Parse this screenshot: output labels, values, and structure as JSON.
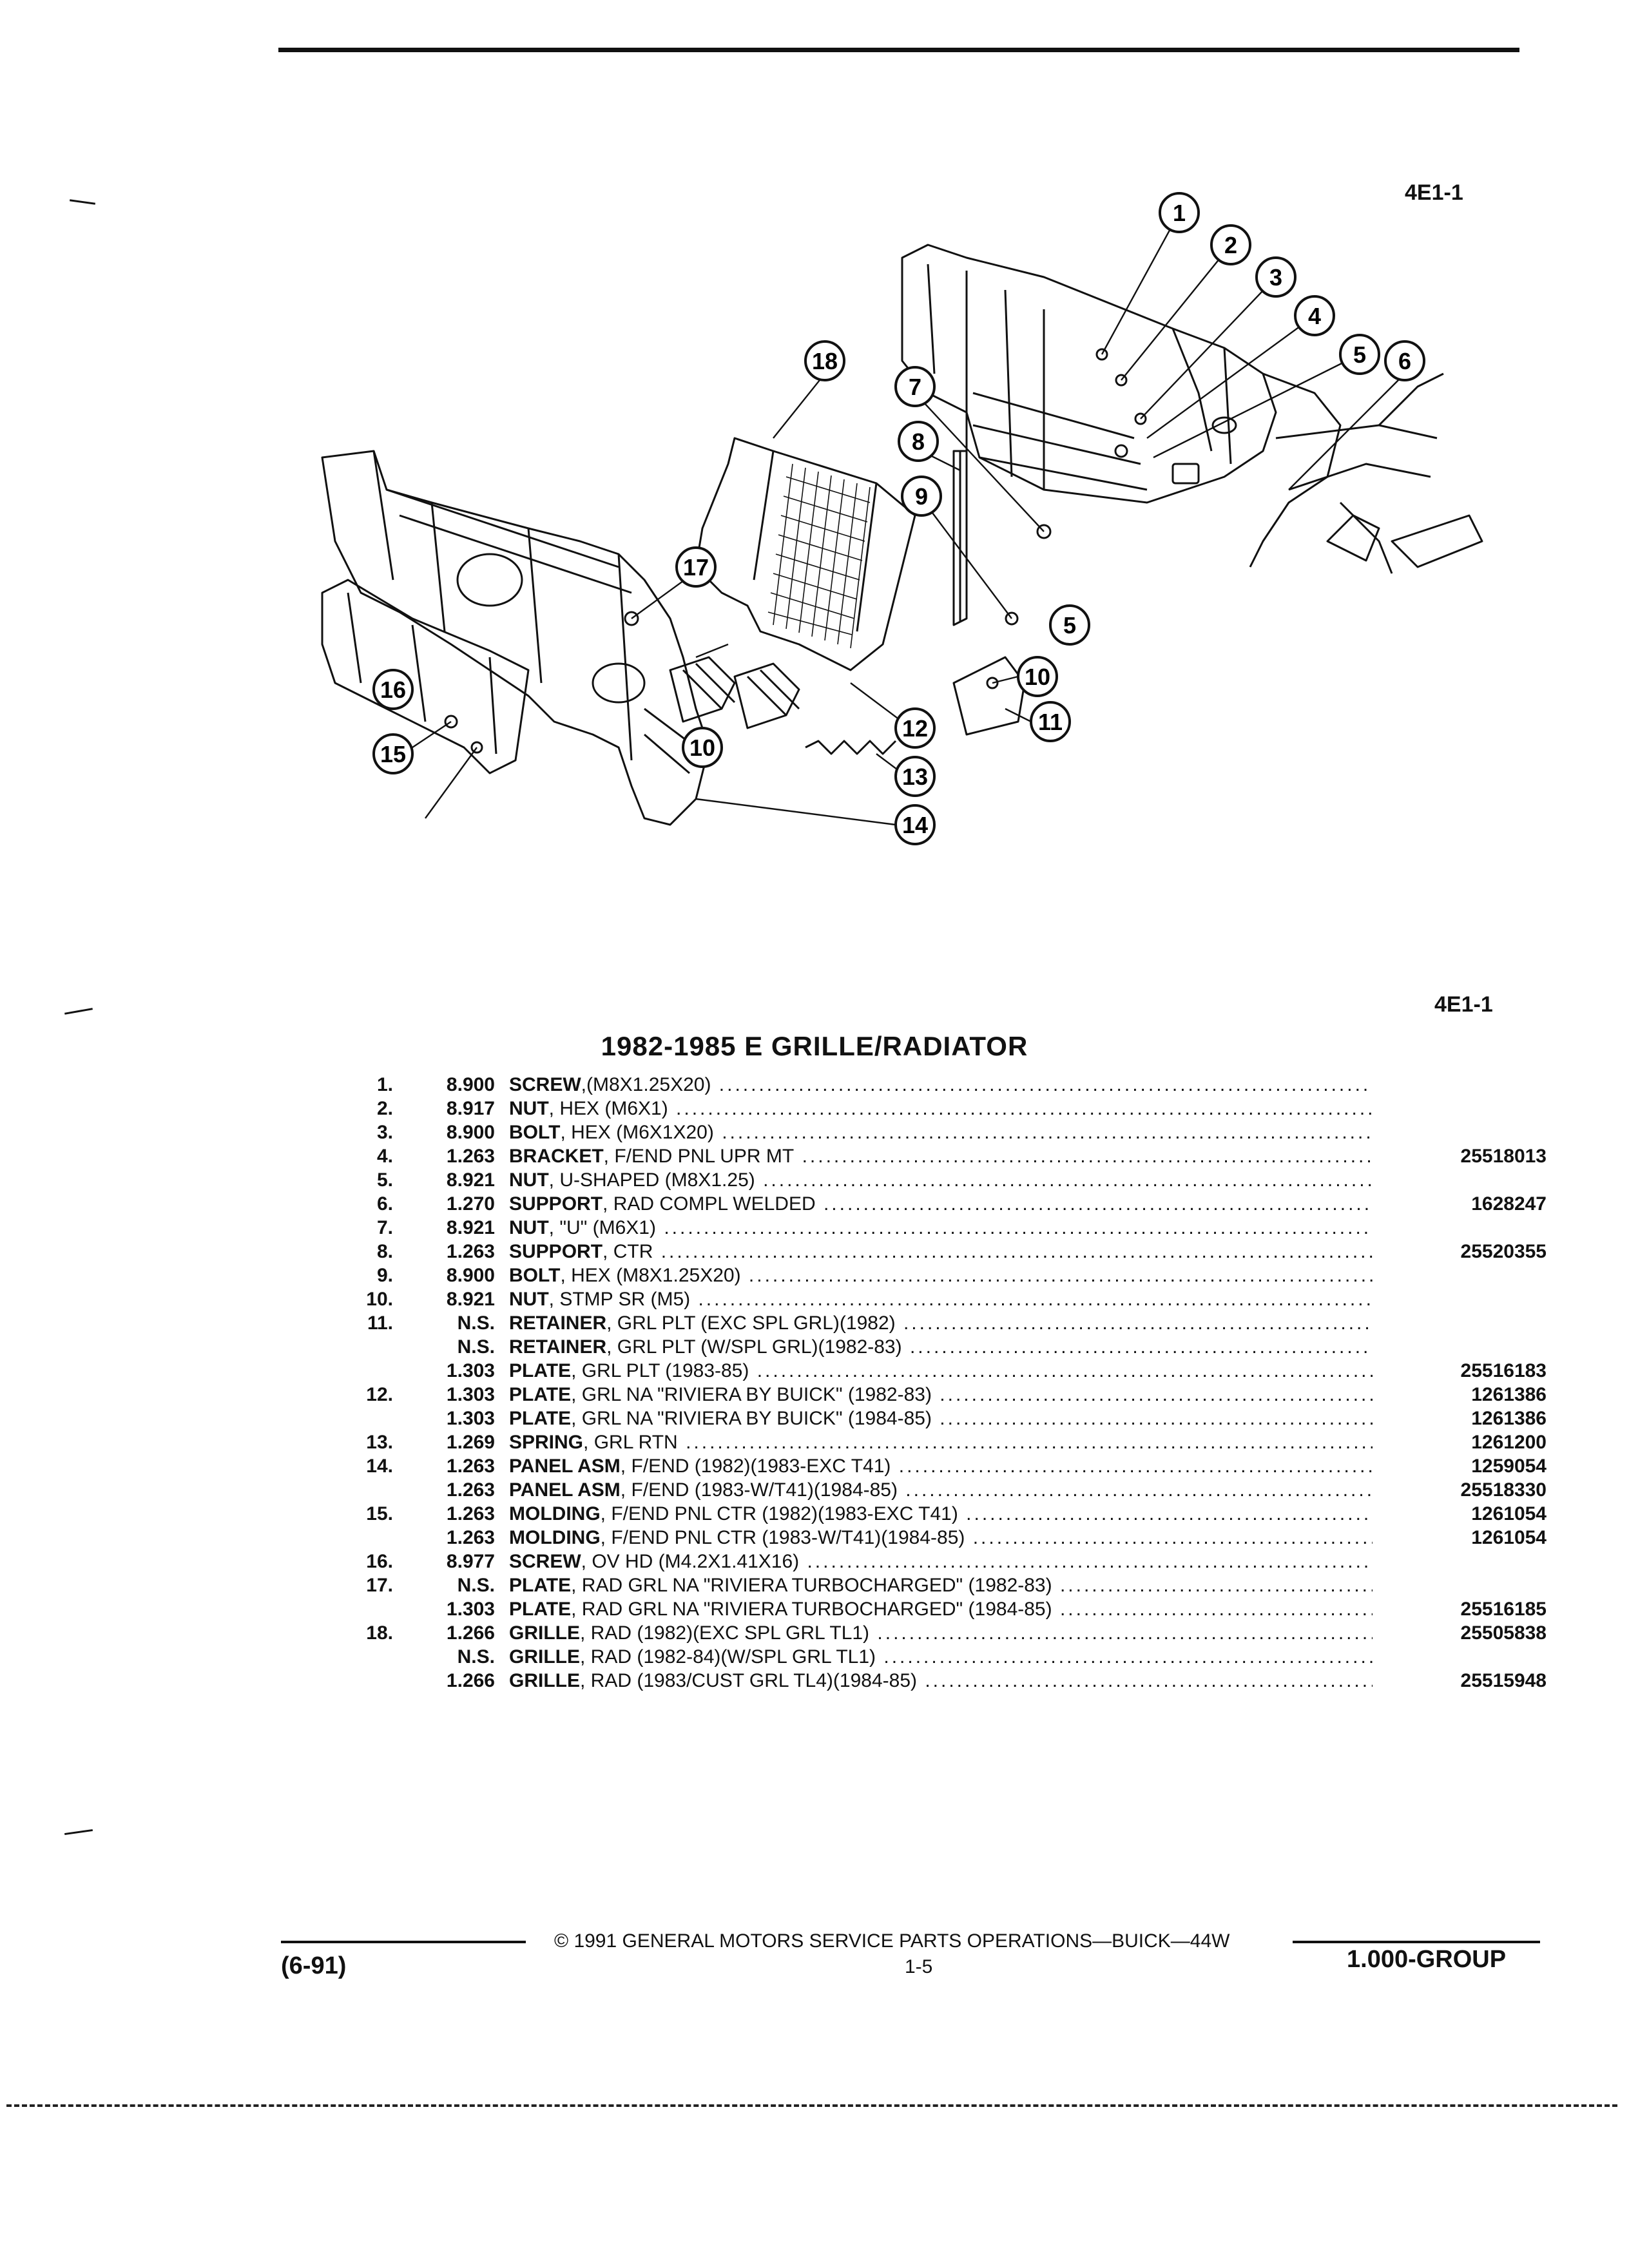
{
  "header": {
    "ref_top": "4E1-1",
    "ref_mid": "4E1-1"
  },
  "callouts": [
    "1",
    "2",
    "3",
    "4",
    "5",
    "6",
    "7",
    "8",
    "9",
    "5",
    "10",
    "11",
    "12",
    "13",
    "14",
    "15",
    "16",
    "17",
    "18",
    "10"
  ],
  "section_title": "1982-1985 E GRILLE/RADIATOR",
  "parts": [
    {
      "num": "1.",
      "group": "8.900",
      "name": "SCREW",
      "detail": ",(M8X1.25X20)",
      "part": ""
    },
    {
      "num": "2.",
      "group": "8.917",
      "name": "NUT",
      "detail": ", HEX (M6X1)",
      "part": ""
    },
    {
      "num": "3.",
      "group": "8.900",
      "name": "BOLT",
      "detail": ", HEX (M6X1X20)",
      "part": ""
    },
    {
      "num": "4.",
      "group": "1.263",
      "name": "BRACKET",
      "detail": ", F/END PNL UPR MT",
      "part": "25518013"
    },
    {
      "num": "5.",
      "group": "8.921",
      "name": "NUT",
      "detail": ", U-SHAPED (M8X1.25)",
      "part": ""
    },
    {
      "num": "6.",
      "group": "1.270",
      "name": "SUPPORT",
      "detail": ", RAD COMPL WELDED",
      "part": "1628247"
    },
    {
      "num": "7.",
      "group": "8.921",
      "name": "NUT",
      "detail": ", \"U\" (M6X1)",
      "part": ""
    },
    {
      "num": "8.",
      "group": "1.263",
      "name": "SUPPORT",
      "detail": ", CTR",
      "part": "25520355"
    },
    {
      "num": "9.",
      "group": "8.900",
      "name": "BOLT",
      "detail": ", HEX (M8X1.25X20)",
      "part": ""
    },
    {
      "num": "10.",
      "group": "8.921",
      "name": "NUT",
      "detail": ", STMP SR (M5)",
      "part": ""
    },
    {
      "num": "11.",
      "group": "N.S.",
      "name": "RETAINER",
      "detail": ", GRL PLT (EXC SPL GRL)(1982)",
      "part": ""
    },
    {
      "num": "",
      "group": "N.S.",
      "name": "RETAINER",
      "detail": ", GRL PLT (W/SPL GRL)(1982-83)",
      "part": ""
    },
    {
      "num": "",
      "group": "1.303",
      "name": "PLATE",
      "detail": ", GRL PLT (1983-85)",
      "part": "25516183"
    },
    {
      "num": "12.",
      "group": "1.303",
      "name": "PLATE",
      "detail": ", GRL NA \"RIVIERA BY BUICK\" (1982-83)",
      "part": "1261386"
    },
    {
      "num": "",
      "group": "1.303",
      "name": "PLATE",
      "detail": ", GRL NA \"RIVIERA BY BUICK\" (1984-85)",
      "part": "1261386"
    },
    {
      "num": "13.",
      "group": "1.269",
      "name": "SPRING",
      "detail": ", GRL RTN",
      "part": "1261200"
    },
    {
      "num": "14.",
      "group": "1.263",
      "name": "PANEL ASM",
      "detail": ", F/END (1982)(1983-EXC T41)",
      "part": "1259054"
    },
    {
      "num": "",
      "group": "1.263",
      "name": "PANEL ASM",
      "detail": ", F/END (1983-W/T41)(1984-85)",
      "part": "25518330"
    },
    {
      "num": "15.",
      "group": "1.263",
      "name": "MOLDING",
      "detail": ", F/END PNL CTR (1982)(1983-EXC T41)",
      "part": "1261054"
    },
    {
      "num": "",
      "group": "1.263",
      "name": "MOLDING",
      "detail": ", F/END PNL CTR (1983-W/T41)(1984-85)",
      "part": "1261054"
    },
    {
      "num": "16.",
      "group": "8.977",
      "name": "SCREW",
      "detail": ", OV HD (M4.2X1.41X16)",
      "part": ""
    },
    {
      "num": "17.",
      "group": "N.S.",
      "name": "PLATE",
      "detail": ", RAD GRL NA \"RIVIERA TURBOCHARGED\" (1982-83)",
      "part": ""
    },
    {
      "num": "",
      "group": "1.303",
      "name": "PLATE",
      "detail": ", RAD GRL NA \"RIVIERA TURBOCHARGED\" (1984-85)",
      "part": "25516185"
    },
    {
      "num": "18.",
      "group": "1.266",
      "name": "GRILLE",
      "detail": ", RAD (1982)(EXC SPL GRL TL1)",
      "part": "25505838"
    },
    {
      "num": "",
      "group": "N.S.",
      "name": "GRILLE",
      "detail": ", RAD (1982-84)(W/SPL GRL TL1)",
      "part": ""
    },
    {
      "num": "",
      "group": "1.266",
      "name": "GRILLE",
      "detail": ", RAD (1983/CUST GRL TL4)(1984-85)",
      "part": "25515948"
    }
  ],
  "footer": {
    "date": "(6-91)",
    "copyright": "© 1991 GENERAL MOTORS SERVICE PARTS OPERATIONS—BUICK—44W",
    "page": "1-5",
    "group": "1.000-GROUP"
  }
}
